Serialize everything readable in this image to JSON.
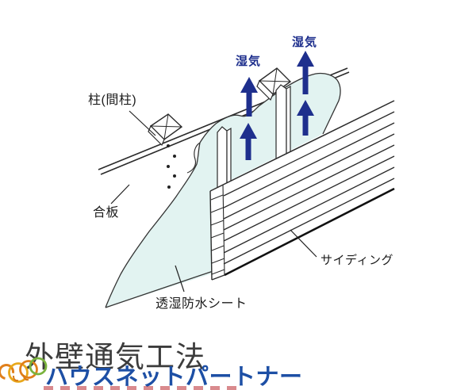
{
  "diagram": {
    "labels": {
      "pillar": "柱(間柱)",
      "plywood": "合板",
      "moisture_sheet": "透湿防水シート",
      "siding": "サイディング",
      "moisture_left": "湿気",
      "moisture_right": "湿気"
    },
    "colors": {
      "line": "#2a2a2a",
      "arrow": "#1e2f8d",
      "moisture_text": "#1e2f8d",
      "sheet_fill": "#e2f3f1"
    }
  },
  "footer": {
    "title": "外壁通気工法",
    "brand": "ハウスネットパートナー",
    "title_color": "#3c3c3c",
    "brand_color": "#1d4fa5",
    "logo_colors": [
      "#e07f1b",
      "#e8a81c",
      "#7ab33e"
    ]
  }
}
